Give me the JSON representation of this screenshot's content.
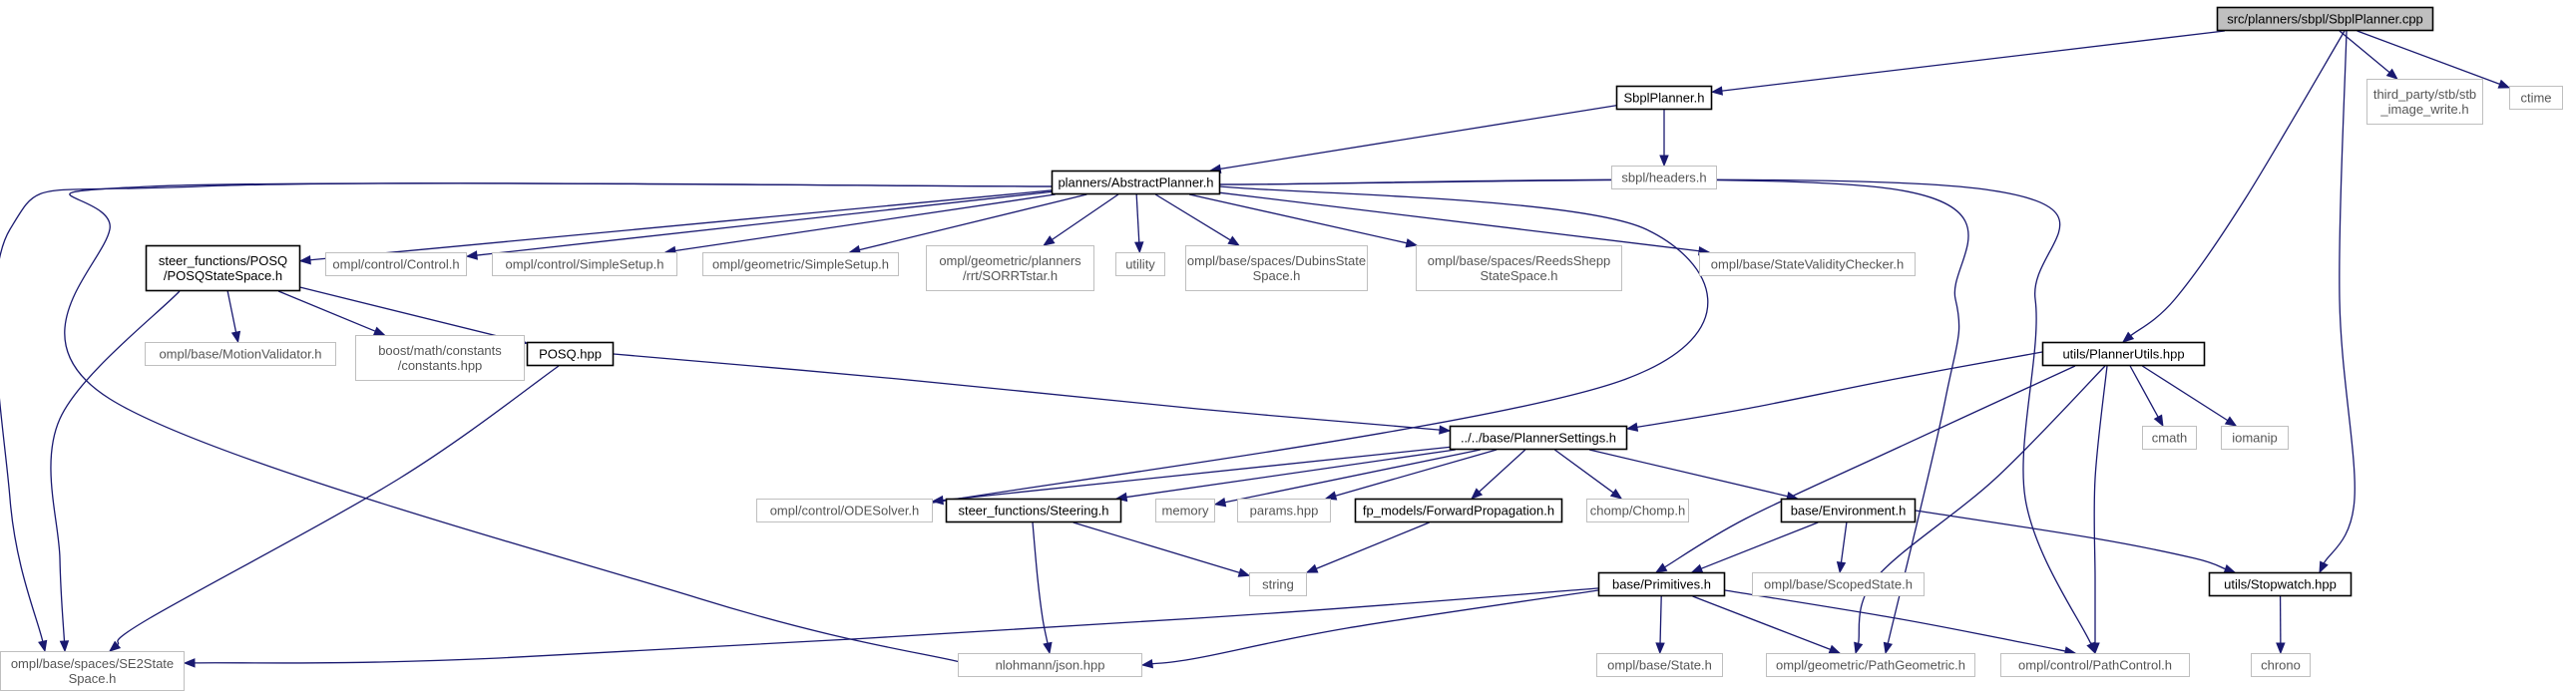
{
  "nodes": {
    "sbpl_cpp": {
      "lines": [
        "src/planners/sbpl/SbplPlanner.cpp"
      ],
      "style": "root"
    },
    "sbpl_h": {
      "lines": [
        "SbplPlanner.h"
      ],
      "style": "bold"
    },
    "stb": {
      "lines": [
        "third_party/stb/stb",
        "_image_write.h"
      ],
      "style": "light"
    },
    "ctime": {
      "lines": [
        "ctime"
      ],
      "style": "light"
    },
    "sbpl_headers": {
      "lines": [
        "sbpl/headers.h"
      ],
      "style": "light"
    },
    "abstract": {
      "lines": [
        "planners/AbstractPlanner.h"
      ],
      "style": "bold"
    },
    "posq_ss": {
      "lines": [
        "steer_functions/POSQ",
        "/POSQStateSpace.h"
      ],
      "style": "bold"
    },
    "control": {
      "lines": [
        "ompl/control/Control.h"
      ],
      "style": "light"
    },
    "ctrl_setup": {
      "lines": [
        "ompl/control/SimpleSetup.h"
      ],
      "style": "light"
    },
    "geo_setup": {
      "lines": [
        "ompl/geometric/SimpleSetup.h"
      ],
      "style": "light"
    },
    "sorrt": {
      "lines": [
        "ompl/geometric/planners",
        "/rrt/SORRTstar.h"
      ],
      "style": "light"
    },
    "utility": {
      "lines": [
        "utility"
      ],
      "style": "light"
    },
    "dubins": {
      "lines": [
        "ompl/base/spaces/DubinsState",
        "Space.h"
      ],
      "style": "light"
    },
    "reeds": {
      "lines": [
        "ompl/base/spaces/ReedsShepp",
        "StateSpace.h"
      ],
      "style": "light"
    },
    "svc": {
      "lines": [
        "ompl/base/StateValidityChecker.h"
      ],
      "style": "light"
    },
    "motion": {
      "lines": [
        "ompl/base/MotionValidator.h"
      ],
      "style": "light"
    },
    "boost": {
      "lines": [
        "boost/math/constants",
        "/constants.hpp"
      ],
      "style": "light"
    },
    "posq": {
      "lines": [
        "POSQ.hpp"
      ],
      "style": "bold"
    },
    "putils": {
      "lines": [
        "utils/PlannerUtils.hpp"
      ],
      "style": "bold"
    },
    "settings": {
      "lines": [
        "../../base/PlannerSettings.h"
      ],
      "style": "bold"
    },
    "cmath": {
      "lines": [
        "cmath"
      ],
      "style": "light"
    },
    "iomanip": {
      "lines": [
        "iomanip"
      ],
      "style": "light"
    },
    "odesolver": {
      "lines": [
        "ompl/control/ODESolver.h"
      ],
      "style": "light"
    },
    "steering": {
      "lines": [
        "steer_functions/Steering.h"
      ],
      "style": "bold"
    },
    "memory": {
      "lines": [
        "memory"
      ],
      "style": "light"
    },
    "params": {
      "lines": [
        "params.hpp"
      ],
      "style": "light"
    },
    "fwdprop": {
      "lines": [
        "fp_models/ForwardPropagation.h"
      ],
      "style": "bold"
    },
    "chomp": {
      "lines": [
        "chomp/Chomp.h"
      ],
      "style": "light"
    },
    "environment": {
      "lines": [
        "base/Environment.h"
      ],
      "style": "bold"
    },
    "string": {
      "lines": [
        "string"
      ],
      "style": "light"
    },
    "primitives": {
      "lines": [
        "base/Primitives.h"
      ],
      "style": "bold"
    },
    "scoped": {
      "lines": [
        "ompl/base/ScopedState.h"
      ],
      "style": "light"
    },
    "stopwatch": {
      "lines": [
        "utils/Stopwatch.hpp"
      ],
      "style": "bold"
    },
    "se2": {
      "lines": [
        "ompl/base/spaces/SE2State",
        "Space.h"
      ],
      "style": "light"
    },
    "json": {
      "lines": [
        "nlohmann/json.hpp"
      ],
      "style": "light"
    },
    "state": {
      "lines": [
        "ompl/base/State.h"
      ],
      "style": "light"
    },
    "pathgeo": {
      "lines": [
        "ompl/geometric/PathGeometric.h"
      ],
      "style": "light"
    },
    "pathctrl": {
      "lines": [
        "ompl/control/PathControl.h"
      ],
      "style": "light"
    },
    "chrono": {
      "lines": [
        "chrono"
      ],
      "style": "light"
    }
  },
  "edges": [
    [
      "sbpl_cpp",
      "sbpl_h"
    ],
    [
      "sbpl_cpp",
      "stb"
    ],
    [
      "sbpl_cpp",
      "ctime"
    ],
    [
      "sbpl_cpp",
      "putils"
    ],
    [
      "sbpl_cpp",
      "stopwatch"
    ],
    [
      "sbpl_h",
      "sbpl_headers"
    ],
    [
      "sbpl_h",
      "abstract"
    ],
    [
      "abstract",
      "posq_ss"
    ],
    [
      "abstract",
      "control"
    ],
    [
      "abstract",
      "ctrl_setup"
    ],
    [
      "abstract",
      "geo_setup"
    ],
    [
      "abstract",
      "sorrt"
    ],
    [
      "abstract",
      "utility"
    ],
    [
      "abstract",
      "dubins"
    ],
    [
      "abstract",
      "reeds"
    ],
    [
      "abstract",
      "svc"
    ],
    [
      "abstract",
      "se2"
    ],
    [
      "abstract",
      "json"
    ],
    [
      "abstract",
      "odesolver"
    ],
    [
      "abstract",
      "pathgeo"
    ],
    [
      "abstract",
      "pathctrl"
    ],
    [
      "posq_ss",
      "motion"
    ],
    [
      "posq_ss",
      "boost"
    ],
    [
      "posq_ss",
      "posq"
    ],
    [
      "posq_ss",
      "se2"
    ],
    [
      "posq",
      "settings"
    ],
    [
      "posq",
      "se2"
    ],
    [
      "putils",
      "settings"
    ],
    [
      "putils",
      "cmath"
    ],
    [
      "putils",
      "iomanip"
    ],
    [
      "putils",
      "primitives"
    ],
    [
      "putils",
      "pathgeo"
    ],
    [
      "putils",
      "pathctrl"
    ],
    [
      "settings",
      "odesolver"
    ],
    [
      "settings",
      "steering"
    ],
    [
      "settings",
      "memory"
    ],
    [
      "settings",
      "params"
    ],
    [
      "settings",
      "fwdprop"
    ],
    [
      "settings",
      "chomp"
    ],
    [
      "settings",
      "environment"
    ],
    [
      "steering",
      "string"
    ],
    [
      "steering",
      "json"
    ],
    [
      "fwdprop",
      "string"
    ],
    [
      "environment",
      "primitives"
    ],
    [
      "environment",
      "scoped"
    ],
    [
      "environment",
      "stopwatch"
    ],
    [
      "primitives",
      "se2"
    ],
    [
      "primitives",
      "json"
    ],
    [
      "primitives",
      "state"
    ],
    [
      "primitives",
      "pathgeo"
    ],
    [
      "primitives",
      "pathctrl"
    ],
    [
      "stopwatch",
      "chrono"
    ]
  ]
}
